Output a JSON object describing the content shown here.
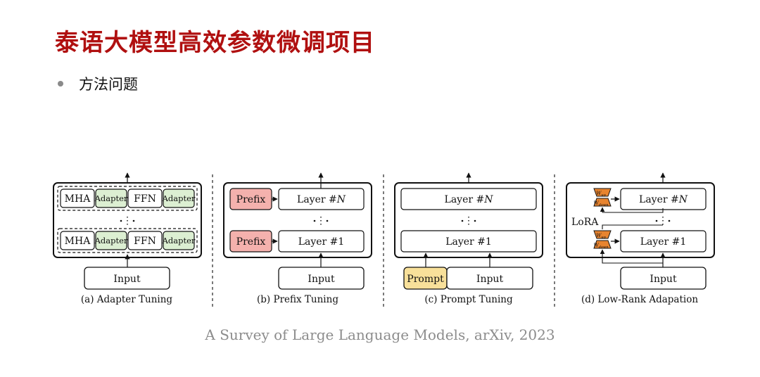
{
  "title": "泰语大模型高效参数微调项目",
  "bullets": [
    "方法问题"
  ],
  "figure": {
    "panels": [
      {
        "caption": "(a) Adapter Tuning",
        "labels": {
          "mha": "MHA",
          "adapter": "Adapter",
          "ffn": "FFN",
          "input": "Input"
        }
      },
      {
        "caption": "(b) Prefix Tuning",
        "labels": {
          "prefix": "Prefix",
          "layer_top_pre": "Layer #",
          "layer_top_n": "N",
          "layer_bottom": "Layer #1",
          "input": "Input"
        }
      },
      {
        "caption": "(c) Prompt Tuning",
        "labels": {
          "layer_top_pre": "Layer #",
          "layer_top_n": "N",
          "layer_bottom": "Layer #1",
          "prompt": "Prompt",
          "input": "Input"
        }
      },
      {
        "caption": "(d) Low-Rank Adapation",
        "labels": {
          "lora": "LoRA",
          "w": "W",
          "w_up": "up",
          "w_down": "down",
          "layer_top_pre": "Layer #",
          "layer_top_n": "N",
          "layer_bottom": "Layer #1",
          "input": "Input"
        }
      }
    ],
    "colors": {
      "adapter": "#dcefd2",
      "prefix": "#f4b1ad",
      "prompt": "#f8e09a",
      "lora": "#e8842f",
      "stroke": "#111111"
    }
  },
  "citation": "A Survey of Large Language Models, arXiv, 2023"
}
